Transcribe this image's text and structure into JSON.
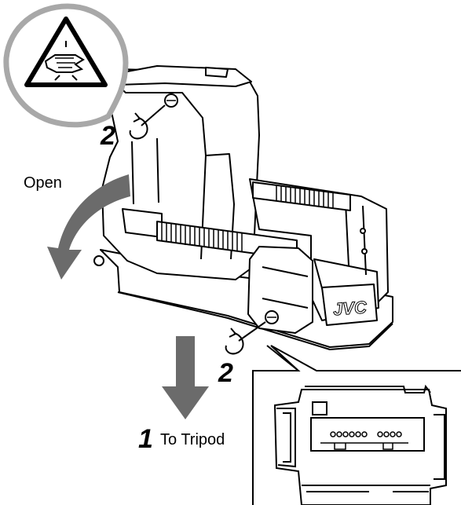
{
  "labels": {
    "open": "Open",
    "step1_number": "1",
    "step1_text": "To Tripod",
    "step2_number_top": "2",
    "step2_number_bottom": "2",
    "brand": "JVC"
  },
  "colors": {
    "arrow_fill": "#6b6b6b",
    "line": "#000000",
    "callout_ring": "#a8a8a8",
    "body_fill": "#ffffff"
  },
  "icons": {
    "warning": "hand-pinch-warning-icon"
  }
}
